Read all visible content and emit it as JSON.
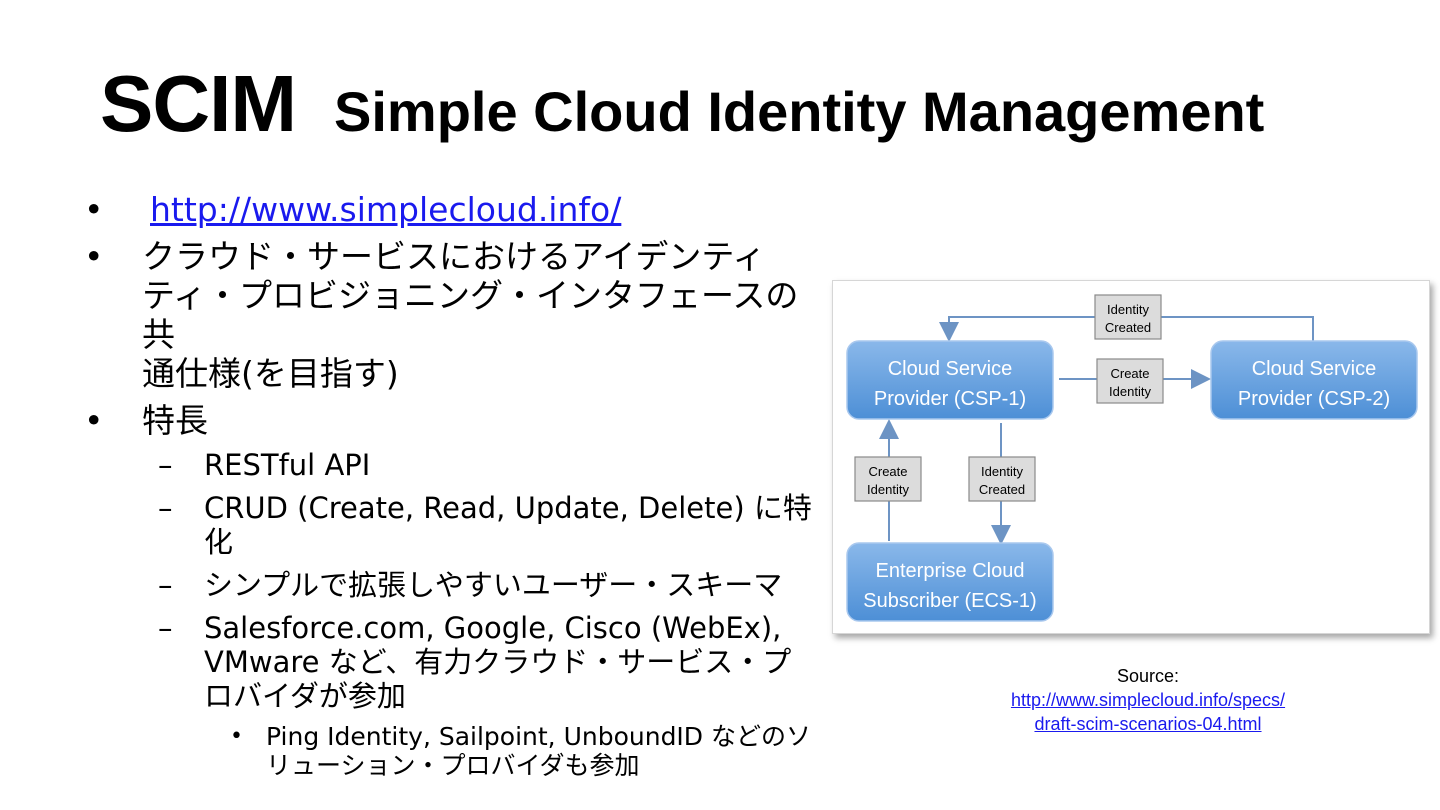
{
  "title": {
    "main": "SCIM",
    "sub": "Simple Cloud Identity Management"
  },
  "bullets": {
    "link": "http://www.simplecloud.info/",
    "b2_line1": "クラウド・サービスにおけるアイデンティ",
    "b2_line2": "ティ・プロビジョニング・インタフェースの共",
    "b2_line3": "通仕様(を目指す)",
    "b3": "特長",
    "sub": [
      "RESTful API",
      "CRUD (Create, Read, Update, Delete) に特化",
      "シンプルで拡張しやすいユーザー・スキーマ",
      "Salesforce.com, Google, Cisco (WebEx), VMware など、有力クラウド・サービス・プロバイダが参加"
    ],
    "subsub": "Ping Identity, Sailpoint, UnboundID などのソリューション・プロバイダも参加"
  },
  "diagram": {
    "csp1": [
      "Cloud Service",
      "Provider (CSP-1)"
    ],
    "csp2": [
      "Cloud Service",
      "Provider (CSP-2)"
    ],
    "ecs": [
      "Enterprise Cloud",
      "Subscriber (ECS-1)"
    ],
    "label_top": [
      "Identity",
      "Created"
    ],
    "label_mid": [
      "Create",
      "Identity"
    ],
    "label_left": [
      "Create",
      "Identity"
    ],
    "label_right": [
      "Identity",
      "Created"
    ]
  },
  "source": {
    "label": "Source:",
    "link_line1": "http://www.simplecloud.info/specs/",
    "link_line2": "draft-scim-scenarios-04.html"
  },
  "colors": {
    "box_top": "#8ab8ea",
    "box_bottom": "#4d8fd6",
    "arrow": "#6d94c4",
    "label_bg": "#dcdcdc",
    "link": "#1a1aee"
  }
}
